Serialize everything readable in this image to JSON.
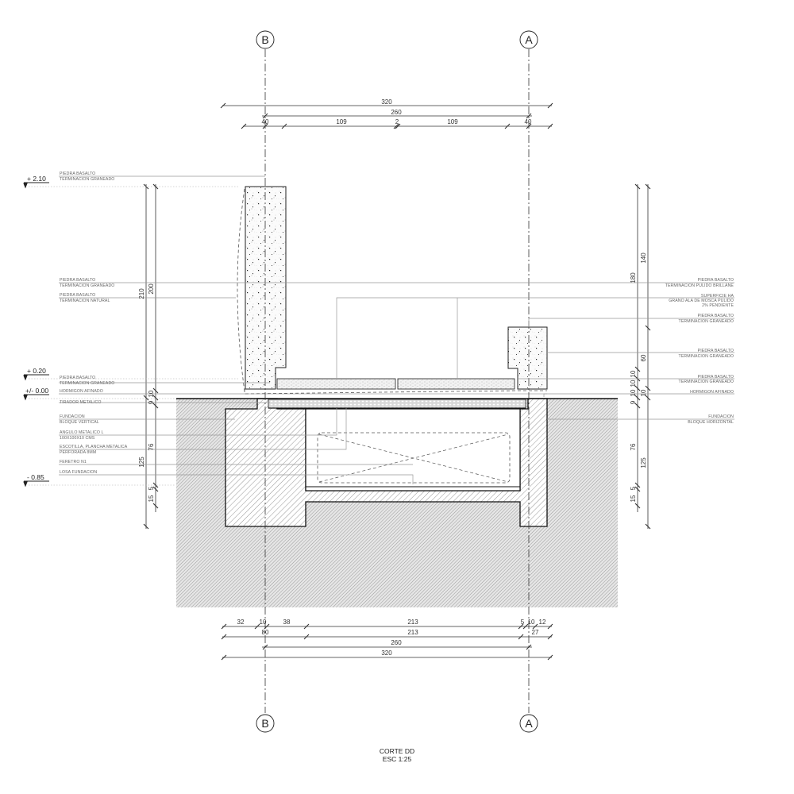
{
  "drawing": {
    "title": "CORTE DD",
    "scale": "ESC 1:25"
  },
  "axes": {
    "left": {
      "label": "B"
    },
    "right": {
      "label": "A"
    }
  },
  "top_dimensions": {
    "overall": "320",
    "axis_to_axis": "260",
    "segments": [
      "40",
      "109",
      "2",
      "109",
      "40"
    ]
  },
  "bottom_dimensions": {
    "row1": [
      "32",
      "10",
      "38",
      "213",
      "5",
      "10",
      "12"
    ],
    "row2": [
      "80",
      "213",
      "27"
    ],
    "axis_to_axis": "260",
    "overall": "320"
  },
  "left_vertical_dimensions": {
    "outer": [
      "210",
      "125"
    ],
    "inner": [
      "200",
      "10",
      "9",
      "76",
      "5",
      "15"
    ]
  },
  "right_vertical_dimensions": {
    "outer": [
      "180",
      "10",
      "125"
    ],
    "inner": [
      "140",
      "60",
      "10",
      "10",
      "10",
      "9",
      "76",
      "5",
      "15"
    ]
  },
  "levels": [
    {
      "label": "+ 2.10"
    },
    {
      "label": "+ 0.20"
    },
    {
      "label": "+/- 0.00"
    },
    {
      "label": "- 0.85"
    }
  ],
  "left_annotations": [
    {
      "line1": "PIEDRA BASALTO",
      "line2": "TERMINACION GRANEADO"
    },
    {
      "line1": "PIEDRA BASALTO",
      "line2": "TERMINACION GRANEADO"
    },
    {
      "line1": "PIEDRA BASALTO",
      "line2": "TERMINACION NATURAL"
    },
    {
      "line1": "PIEDRA BASALTO",
      "line2": "TERMINACION GRANEADO"
    },
    {
      "line1": "HORMIGON AFINADO",
      "line2": ""
    },
    {
      "line1": "TIRADOR METALICO",
      "line2": ""
    },
    {
      "line1": "FUNDACION",
      "line2": "BLOQUE VERTICAL"
    },
    {
      "line1": "ANGULO METALICO L",
      "line2": "100X100X10 CMS"
    },
    {
      "line1": "ESCOTILLA, PLANCHA METALICA",
      "line2": "PERFORADA 8MM"
    },
    {
      "line1": "FERETRO N1",
      "line2": ""
    },
    {
      "line1": "LOSA FUNDACION",
      "line2": ""
    }
  ],
  "right_annotations": [
    {
      "line1": "PIEDRA BASALTO",
      "line2": "TERMINACION PULIDO BRILLANE",
      "line3": ""
    },
    {
      "line1": "SUPERFICIE HA",
      "line2": "GRANO ALA DE MOSCA PULIDO",
      "line3": "2% PENDIENTE"
    },
    {
      "line1": "PIEDRA BASALTO",
      "line2": "TERMINACION GRANEADO",
      "line3": ""
    },
    {
      "line1": "PIEDRA BASALTO",
      "line2": "TERMINACION GRANEADO",
      "line3": ""
    },
    {
      "line1": "PIEDRA BASALTO",
      "line2": "TERMINACION GRANEADO",
      "line3": ""
    },
    {
      "line1": "HORMIGON AFINADO",
      "line2": "",
      "line3": ""
    },
    {
      "line1": "FUNDACION",
      "line2": "BLOQUE HORIZONTAL",
      "line3": ""
    }
  ],
  "colors": {
    "line": "#222222",
    "leader": "#999999",
    "soil": "#d6d6d6",
    "concrete_hatch": "#888888"
  }
}
